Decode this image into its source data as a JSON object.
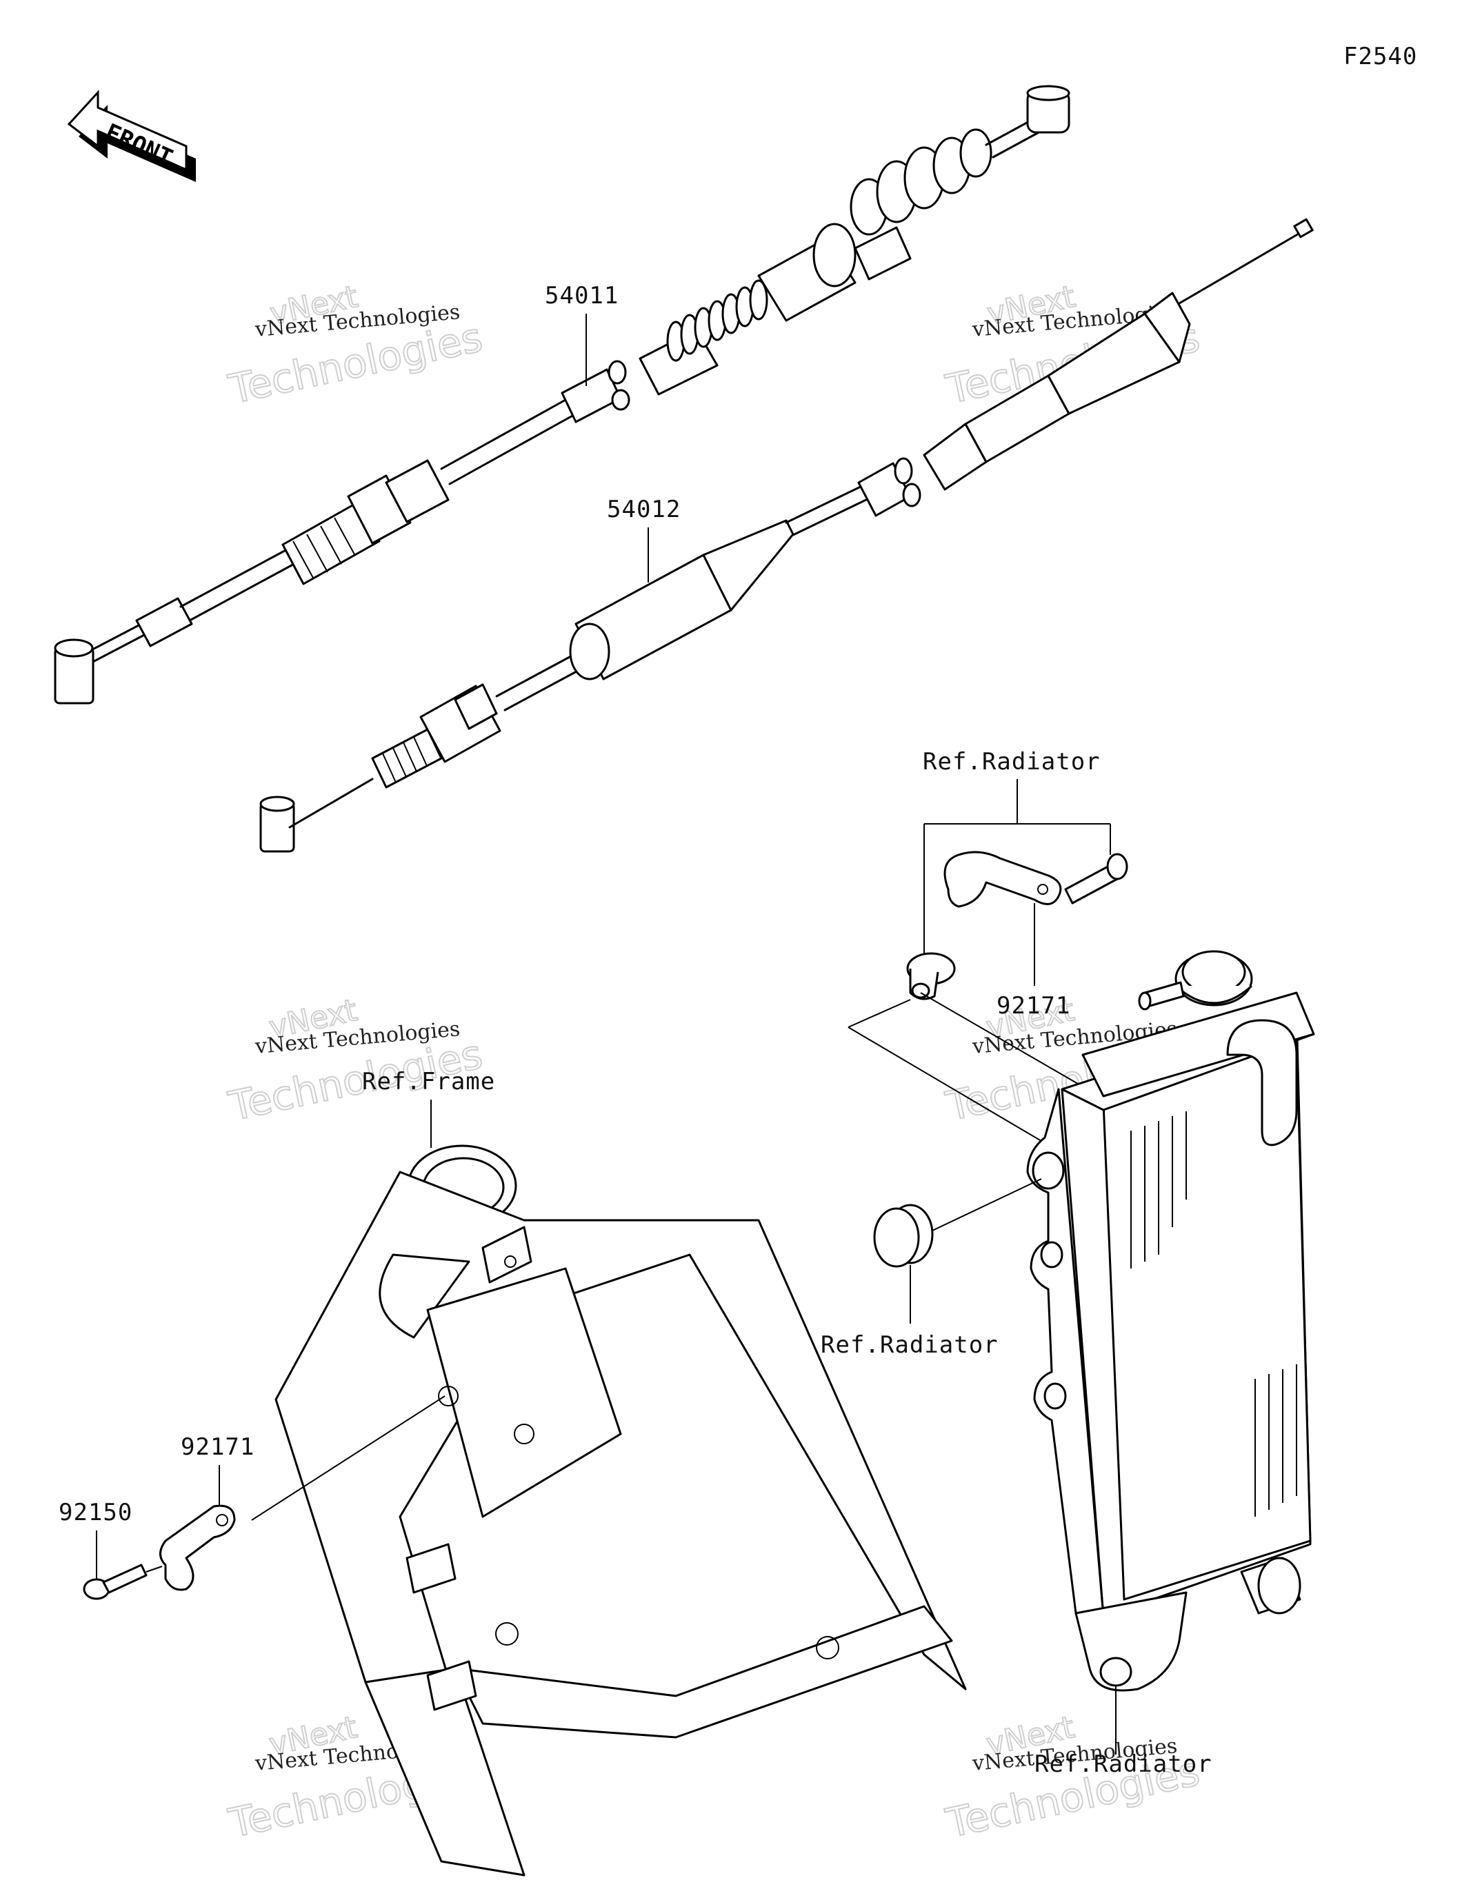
{
  "diagram_code": "F2540",
  "front_badge": {
    "label": "FRONT",
    "icon": "front-arrow-icon"
  },
  "parts": {
    "clutch_cable": "54011",
    "throttle_cable": "54012",
    "clamp_radiator": "92171",
    "clamp_frame": "92171",
    "bolt": "92150"
  },
  "references": {
    "radiator_top": "Ref.Radiator",
    "radiator_grommet": "Ref.Radiator",
    "radiator_bottom": "Ref.Radiator",
    "frame": "Ref.Frame"
  },
  "watermarks": [
    {
      "line1": "vNext",
      "line2": "vNext Technologies",
      "line3": "Technologies"
    },
    {
      "line1": "vNext",
      "line2": "vNext Technologies",
      "line3": "Technologies"
    },
    {
      "line1": "vNext",
      "line2": "vNext Technologies",
      "line3": "Technologies"
    },
    {
      "line1": "vNext",
      "line2": "vNext Technologies",
      "line3": "Technologies"
    },
    {
      "line1": "vNext",
      "line2": "vNext Technologies",
      "line3": "Technologies"
    },
    {
      "line1": "vNext",
      "line2": "vNext Technologies",
      "line3": "Technologies"
    }
  ]
}
